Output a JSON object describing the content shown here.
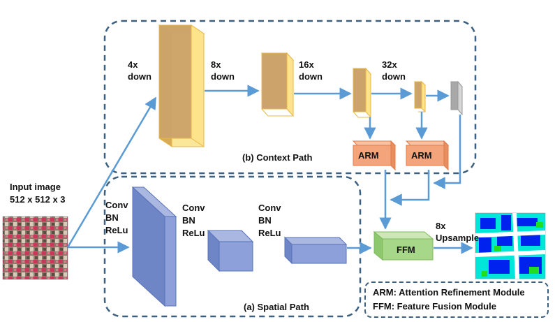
{
  "input": {
    "title": "Input image",
    "size": "512 x 512 x 3"
  },
  "context_path": {
    "label": "(b) Context Path",
    "stages": [
      {
        "line1": "4x",
        "line2": "down"
      },
      {
        "line1": "8x",
        "line2": "down"
      },
      {
        "line1": "16x",
        "line2": "down"
      },
      {
        "line1": "32x",
        "line2": "down"
      }
    ],
    "arm_label": "ARM"
  },
  "spatial_path": {
    "label": "(a) Spatial Path",
    "layer_lines": [
      "Conv",
      "BN",
      "ReLu"
    ]
  },
  "ffm": {
    "label": "FFM",
    "upsample_line1": "8x",
    "upsample_line2": "Upsample"
  },
  "legend": {
    "arm": "ARM: Attention Refinement Module",
    "ffm": "FFM: Feature Fusion Module"
  },
  "colors": {
    "context_block": "#e7be6a",
    "spatial_block": "#7f93cf",
    "arm": "#f3a47a",
    "ffm": "#a7d88a",
    "arrow": "#5b9bd5",
    "dash_border": "#3d5f80"
  }
}
